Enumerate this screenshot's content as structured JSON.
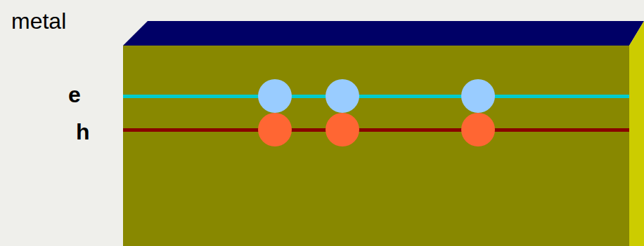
{
  "diagram": {
    "labels": [
      "metal",
      "e",
      "h"
    ]
  }
}
